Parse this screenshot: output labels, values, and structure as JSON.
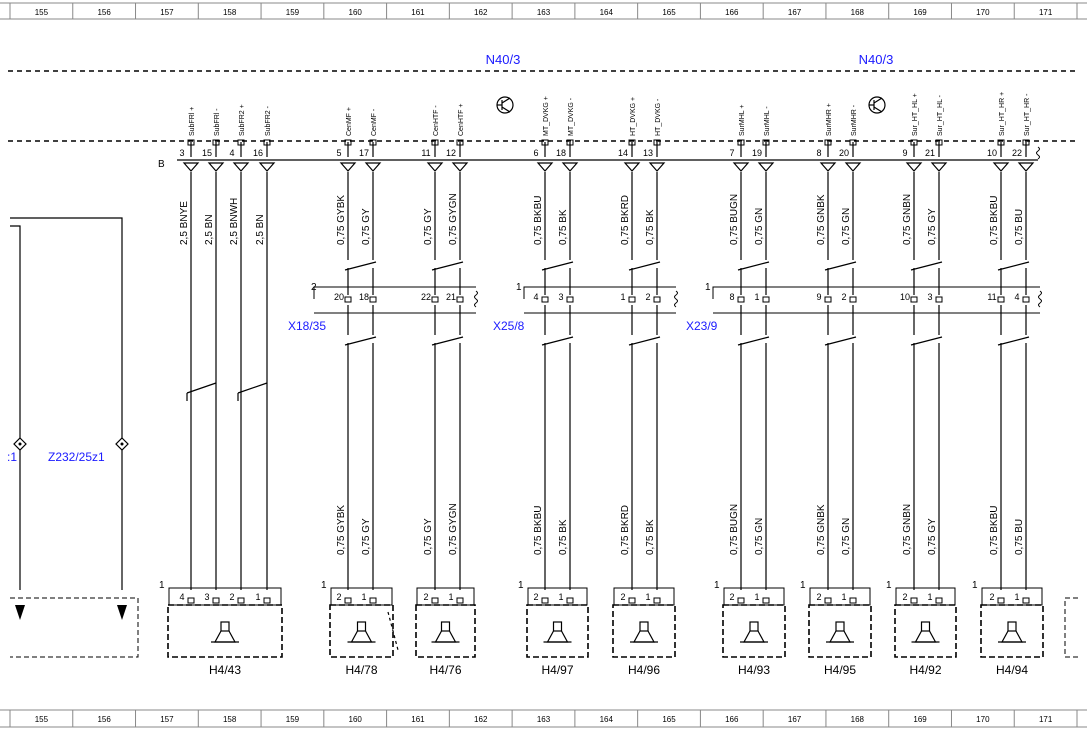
{
  "grid_columns": [
    "155",
    "156",
    "157",
    "158",
    "159",
    "160",
    "161",
    "162",
    "163",
    "164",
    "165",
    "166",
    "167",
    "168",
    "169",
    "170",
    "171"
  ],
  "control_units": [
    {
      "label": "N40/3"
    },
    {
      "label": "N40/3"
    }
  ],
  "connector_b_label": "B",
  "signals": [
    {
      "name": "SubFRl +",
      "pin": "3"
    },
    {
      "name": "SubFRl -",
      "pin": "15"
    },
    {
      "name": "SubFR2 +",
      "pin": "4"
    },
    {
      "name": "SubFR2 -",
      "pin": "16"
    },
    {
      "name": "CenMF +",
      "pin": "5"
    },
    {
      "name": "CenMF -",
      "pin": "17"
    },
    {
      "name": "CenHTF -",
      "pin": "11"
    },
    {
      "name": "CenHTF +",
      "pin": "12"
    },
    {
      "name": "MT_DVKG +",
      "pin": "6"
    },
    {
      "name": "MT_DVKG -",
      "pin": "18"
    },
    {
      "name": "HT_DVKG +",
      "pin": "14"
    },
    {
      "name": "HT_DVKG -",
      "pin": "13"
    },
    {
      "name": "SurMHL +",
      "pin": "7"
    },
    {
      "name": "SurMHL -",
      "pin": "19"
    },
    {
      "name": "SurMHR +",
      "pin": "8"
    },
    {
      "name": "SurMHR -",
      "pin": "20"
    },
    {
      "name": "Sur_HT_HL +",
      "pin": "9"
    },
    {
      "name": "Sur_HT_HL -",
      "pin": "21"
    },
    {
      "name": "Sur_HT_HR +",
      "pin": "10"
    },
    {
      "name": "Sur_HT_HR -",
      "pin": "22"
    }
  ],
  "upper_wires": [
    "2,5 BNYE",
    "2,5 BN",
    "2,5 BNWH",
    "2,5 BN",
    "0,75 GYBK",
    "0,75 GY",
    "0,75 GY",
    "0,75 GYGN",
    "0,75 BKBU",
    "0,75 BK",
    "0,75 BKRD",
    "0,75 BK",
    "0,75 BUGN",
    "0,75 GN",
    "0,75 GNBK",
    "0,75 GN",
    "0,75 GNBN",
    "0,75 GY",
    "0,75 BKBU",
    "0,75 BU"
  ],
  "lower_wires": [
    "0,75 GYBK",
    "0,75 GY",
    "0,75 GY",
    "0,75 GYGN",
    "0,75 BKBU",
    "0,75 BK",
    "0,75 BKRD",
    "0,75 BK",
    "0,75 BUGN",
    "0,75 GN",
    "0,75 GNBK",
    "0,75 GN",
    "0,75 GNBN",
    "0,75 GY",
    "0,75 BKBU",
    "0,75 BU"
  ],
  "inline_connectors": [
    {
      "label": "X18/35",
      "number": "2",
      "pins": [
        "20",
        "18",
        "22",
        "21"
      ]
    },
    {
      "label": "X25/8",
      "number": "1",
      "pins": [
        "4",
        "3",
        "1",
        "2"
      ]
    },
    {
      "label": "X23/9",
      "number": "1",
      "pins": [
        "8",
        "1",
        "9",
        "2",
        "10",
        "3",
        "11",
        "4"
      ]
    }
  ],
  "splice_labels": [
    ":1",
    "Z232/25z1"
  ],
  "speakers": [
    {
      "label": "H4/43",
      "connector_number": "1",
      "pins": [
        "4",
        "3",
        "2",
        "1"
      ]
    },
    {
      "label": "H4/78",
      "connector_number": "1",
      "pins": [
        "2",
        "1"
      ]
    },
    {
      "label": "H4/76",
      "connector_number": "",
      "pins": [
        "2",
        "1"
      ]
    },
    {
      "label": "H4/97",
      "connector_number": "1",
      "pins": [
        "2",
        "1"
      ]
    },
    {
      "label": "H4/96",
      "connector_number": "",
      "pins": [
        "2",
        "1"
      ]
    },
    {
      "label": "H4/93",
      "connector_number": "1",
      "pins": [
        "2",
        "1"
      ]
    },
    {
      "label": "H4/95",
      "connector_number": "1",
      "pins": [
        "2",
        "1"
      ]
    },
    {
      "label": "H4/92",
      "connector_number": "1",
      "pins": [
        "2",
        "1"
      ]
    },
    {
      "label": "H4/94",
      "connector_number": "1",
      "pins": [
        "2",
        "1"
      ]
    }
  ],
  "colors": {
    "line": "#000000",
    "component_label": "#1a1aff",
    "grid_line": "#888888"
  }
}
